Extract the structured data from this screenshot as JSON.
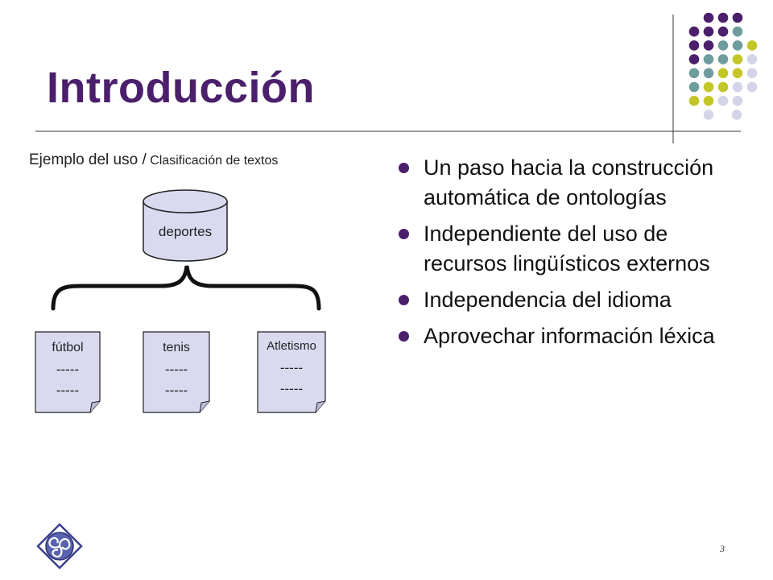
{
  "slide": {
    "title": "Introducción",
    "page_number": "3"
  },
  "diagram": {
    "caption_main": "Ejemplo del uso /",
    "caption_sub": " Clasificación de textos",
    "database_label": "deportes",
    "documents": [
      {
        "label": "fútbol",
        "line1": "-----",
        "line2": "-----"
      },
      {
        "label": "tenis",
        "line1": "-----",
        "line2": "-----"
      },
      {
        "label": "Atletismo",
        "line1": "-----",
        "line2": "-----"
      }
    ]
  },
  "bullets": [
    "Un paso hacia la construcción automática de ontologías",
    "Independiente del uso de recursos lingüísticos externos",
    "Independencia del idioma",
    "Aprovechar información léxica"
  ],
  "colors": {
    "title": "#4b1f6b",
    "dot_purple": "#4b1f6b",
    "dot_teal": "#6f9c9c",
    "dot_olive": "#c4c627",
    "dot_lavender": "#d3d4e8",
    "doc_fill": "#d9daf0",
    "db_fill": "#d9daf0"
  }
}
